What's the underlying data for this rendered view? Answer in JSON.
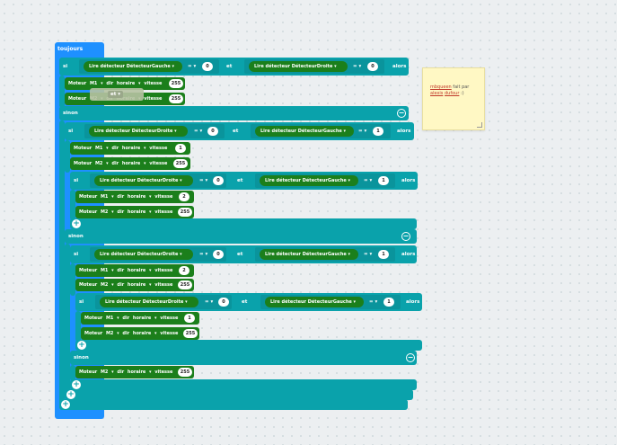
{
  "forever": {
    "label": "toujours"
  },
  "kw": {
    "si": "si",
    "et": "et",
    "alors": "alors",
    "sinon": "sinon"
  },
  "ops": {
    "eq": "= ▾"
  },
  "sensor": {
    "left": "Lire détecteur  DétecteurGauche ▾",
    "right": "Lire détecteur  DétecteurDroite ▾"
  },
  "values": {
    "zero": "0",
    "one": "1",
    "two": "2",
    "max": "255"
  },
  "motors": {
    "m1_horaire": "Moteur  M1 ▾  dir  horaire ▾  vitesse",
    "m2_horaire": "Moteur  M2 ▾  dir  horaire ▾  vitesse",
    "m2_partial": "Moteur  M2 ▾  dir  horaire ▾  vitesse"
  },
  "ghost": {
    "label": "et ▾"
  },
  "note": {
    "link1": "mbqueen",
    "text1": " fait par ",
    "link2": "alexis",
    "link3": "dufour",
    "text2": " :)"
  },
  "buttons": {
    "plus": "+",
    "minus": "−"
  }
}
